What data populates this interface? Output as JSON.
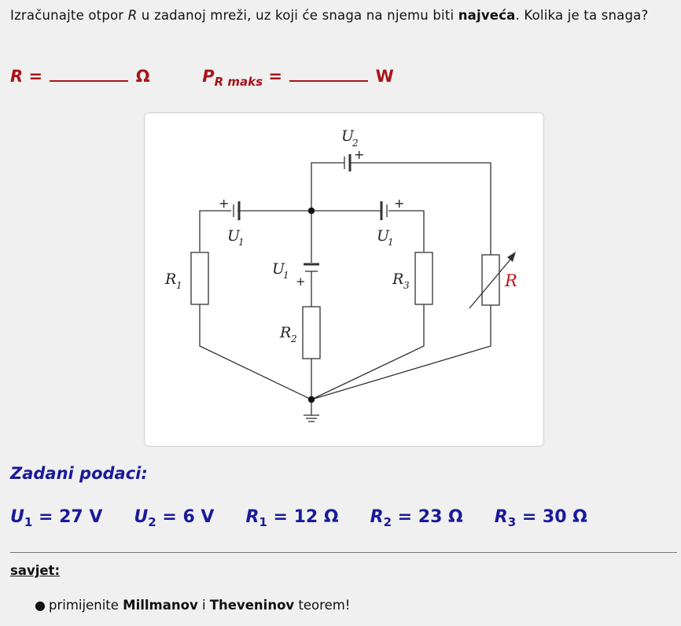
{
  "question": {
    "part1": "Izračunajte otpor ",
    "R": "R",
    "part2": " u zadanoj mreži, uz koji će snaga na njemu biti ",
    "bold": "najveća",
    "part3": ". Kolika je ta snaga?"
  },
  "answers": {
    "R_label": "R",
    "eq": "=",
    "R_unit": "Ω",
    "P_label": "P",
    "P_sub": "R maks",
    "P_unit": "W"
  },
  "circuit": {
    "labels": {
      "U2": "U",
      "U2_sub": "2",
      "U1_left": "U",
      "U1_mid": "U",
      "U1_right": "U",
      "U1_sub": "1",
      "R1": "R",
      "R1_sub": "1",
      "R2": "R",
      "R2_sub": "2",
      "R3": "R",
      "R3_sub": "3",
      "R": "R",
      "plus": "+"
    },
    "colors": {
      "wire": "#333333",
      "variable_R": "#c0141b"
    }
  },
  "given": {
    "title": "Zadani podaci:",
    "items": [
      {
        "sym": "U",
        "sub": "1",
        "value": "= 27 V"
      },
      {
        "sym": "U",
        "sub": "2",
        "value": "= 6 V"
      },
      {
        "sym": "R",
        "sub": "1",
        "value": "= 12 Ω"
      },
      {
        "sym": "R",
        "sub": "2",
        "value": "= 23 Ω"
      },
      {
        "sym": "R",
        "sub": "3",
        "value": "= 30 Ω"
      }
    ]
  },
  "hint": {
    "label": "savjet:",
    "text1": "primijenite ",
    "bold1": "Millmanov",
    "text2": " i ",
    "bold2": "Theveninov",
    "text3": " teorem!"
  },
  "colors": {
    "answer": "#a8141b",
    "given": "#1a1a9a",
    "background": "#f0f0f0"
  }
}
